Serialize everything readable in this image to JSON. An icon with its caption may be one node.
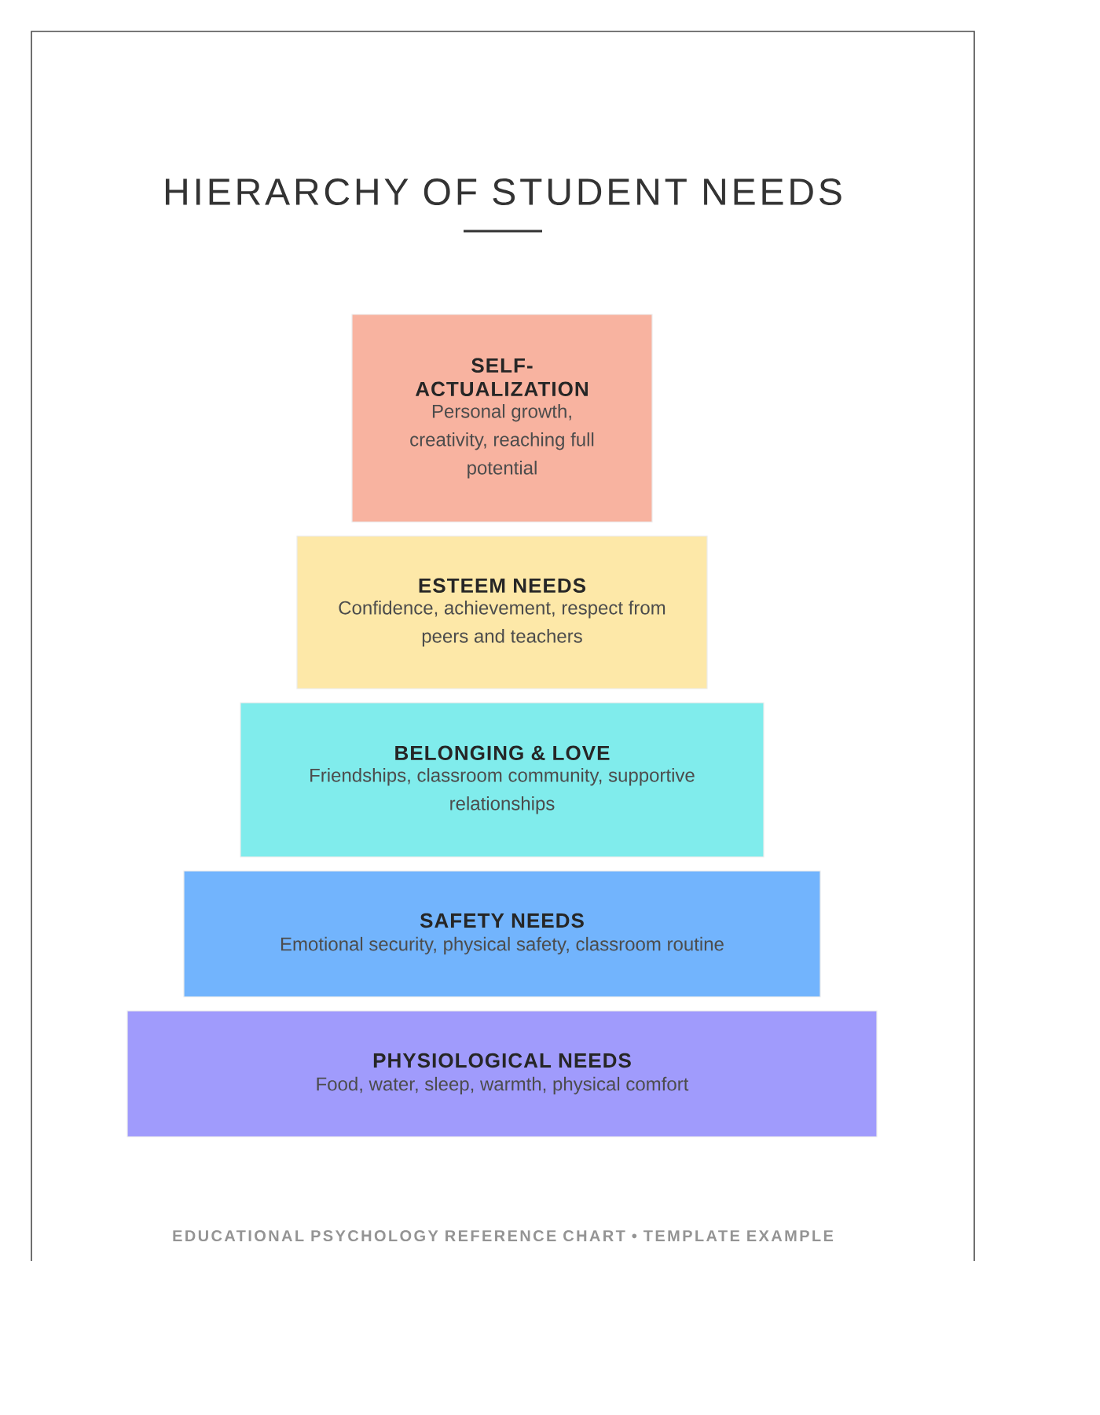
{
  "diagram": {
    "title": "HIERARCHY OF STUDENT NEEDS",
    "nodes": [
      {
        "text": [
          "SELF-ACTUALIZATION",
          "Personal growth, creativity, reaching full potential"
        ]
      },
      {
        "text": [
          "ESTEEM NEEDS",
          "Confidence, achievement, respect from peers and teachers"
        ]
      },
      {
        "text": [
          "BELONGING & LOVE",
          "Friendships, classroom community, supportive relationships"
        ]
      },
      {
        "text": [
          "SAFETY NEEDS",
          "Emotional security, physical safety, classroom routine"
        ]
      },
      {
        "text": [
          "PHYSIOLOGICAL NEEDS",
          "Food, water, sleep, warmth, physical comfort"
        ]
      }
    ],
    "caption": "EDUCATIONAL PSYCHOLOGY REFERENCE CHART • TEMPLATE EXAMPLE"
  }
}
